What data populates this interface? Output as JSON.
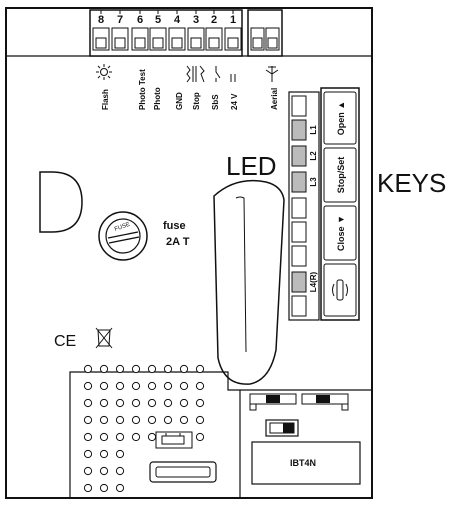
{
  "terminals": {
    "numbers": [
      "8",
      "7",
      "6",
      "5",
      "4",
      "3",
      "2",
      "1"
    ],
    "labels": [
      "Flash",
      "Photo Test",
      "Photo",
      "GND",
      "Stop",
      "SbS",
      "24 V",
      "Aerial"
    ]
  },
  "leds": [
    "L1",
    "L2",
    "L3",
    "L4(R)"
  ],
  "keys": [
    "Open ▲",
    "Stop/Set",
    "Close ▼"
  ],
  "captions": {
    "led": "LED",
    "keys": "KEYS"
  },
  "fuse": {
    "label": "fuse",
    "rating": "2A T",
    "cap_text": "FUSE"
  },
  "ce_mark": "CE",
  "module_label": "IBT4N",
  "icons": [
    "lamp-icon",
    "photocell-icon",
    "stop-icon",
    "step-by-step-icon",
    "dc-voltage-icon",
    "aerial-icon",
    "remote-control-icon",
    "battery-icon",
    "weee-bin-icon"
  ]
}
